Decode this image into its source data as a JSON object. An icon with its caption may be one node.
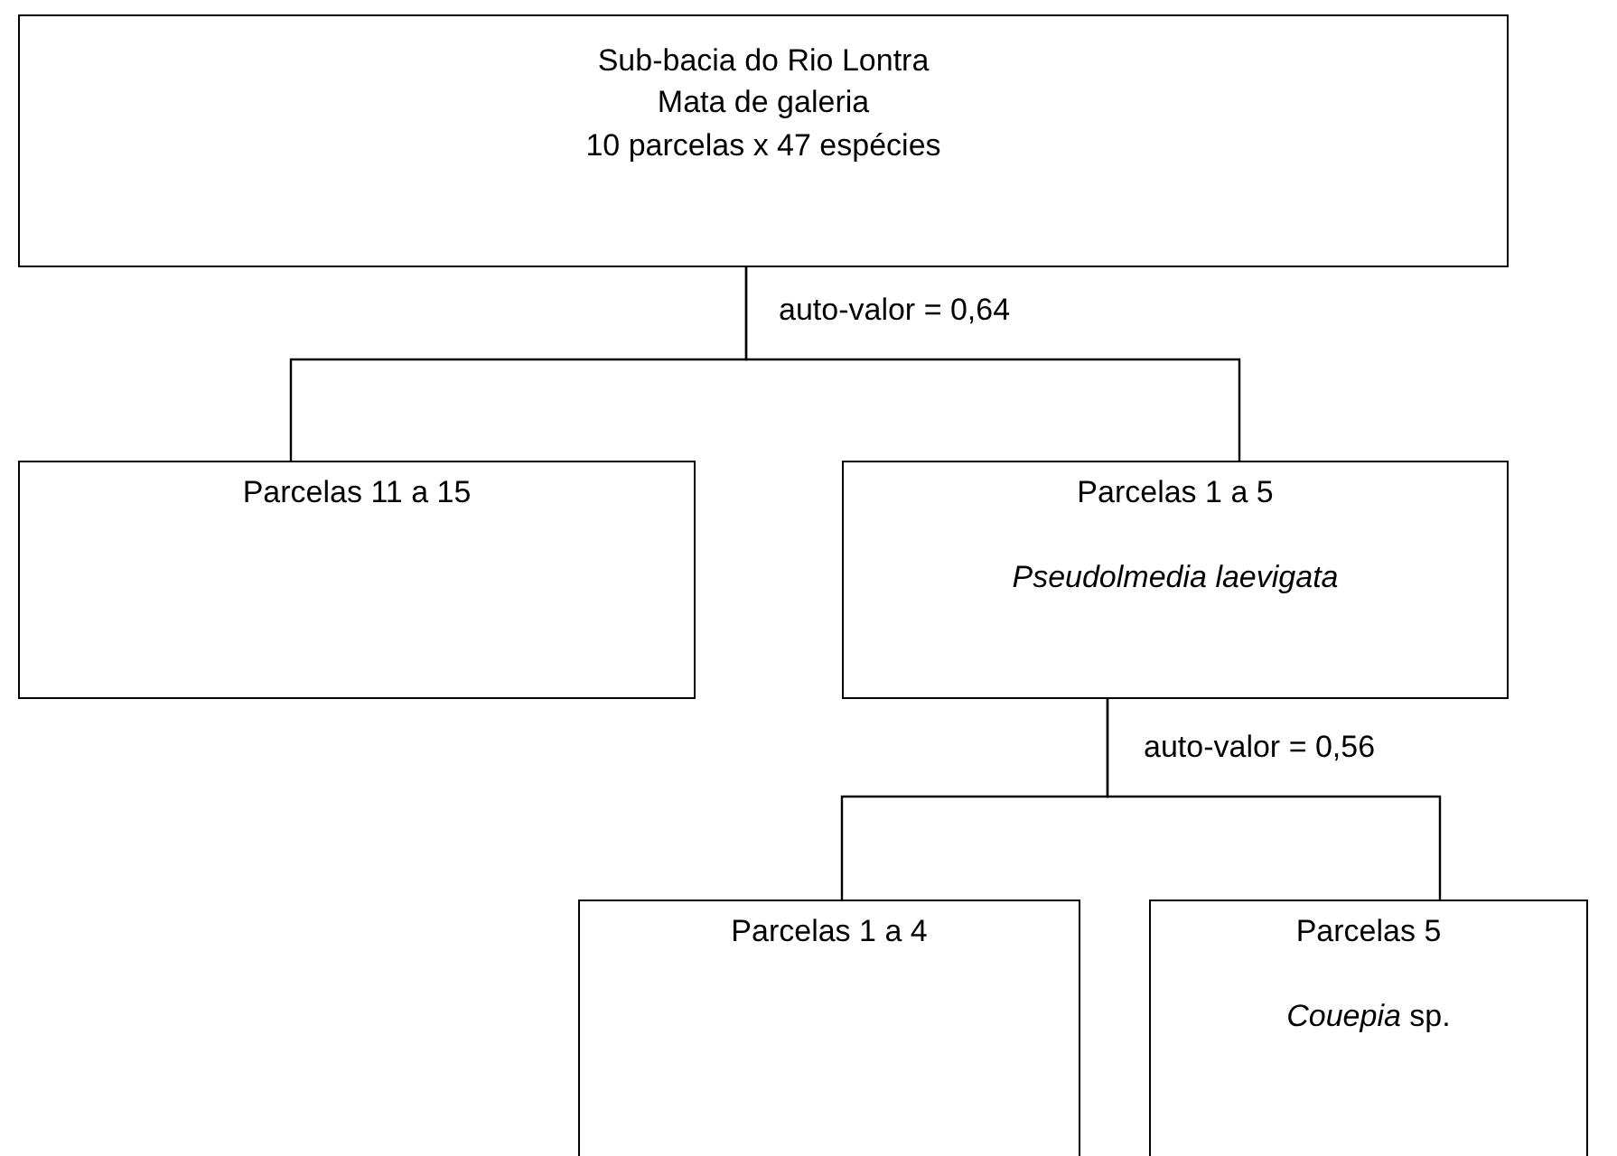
{
  "diagram": {
    "nodes": [
      {
        "text": [
          "Sub-bacia do Rio Lontra",
          "Mata de galeria",
          "10 parcelas x 47 espécies"
        ]
      },
      {
        "text": [
          "Parcelas 11 a 15"
        ]
      },
      {
        "text": [
          "Parcelas 1 a 5",
          "Pseudolmedia laevigata"
        ]
      },
      {
        "text": [
          "Parcelas 1 a 4"
        ]
      },
      {
        "text": [
          "Parcelas 5",
          "*Couepia* sp."
        ]
      }
    ],
    "edges": [
      {
        "from": 0,
        "to": 1,
        "arrow": "none",
        "label": "auto-valor = 0,64"
      },
      {
        "from": 0,
        "to": 2,
        "arrow": "none"
      },
      {
        "from": 2,
        "to": 3,
        "arrow": "none",
        "label": "auto-valor = 0,56"
      },
      {
        "from": 2,
        "to": 4,
        "arrow": "none"
      }
    ]
  }
}
